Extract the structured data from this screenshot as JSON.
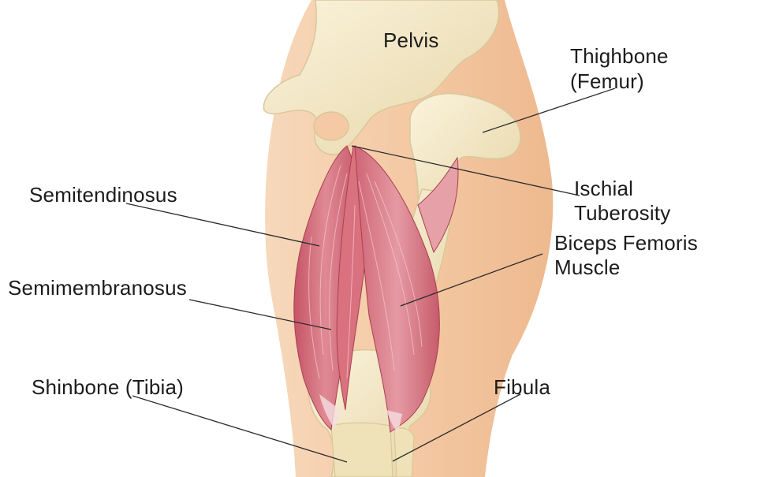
{
  "labels": {
    "pelvis": "Pelvis",
    "thighbone_line1": "Thighbone",
    "thighbone_line2": "(Femur)",
    "ischial_line1": "Ischial",
    "ischial_line2": "Tuberosity",
    "semitendinosus": "Semitendinosus",
    "biceps_line1": "Biceps Femoris",
    "biceps_line2": "Muscle",
    "semimembranosus": "Semimembranosus",
    "shinbone": "Shinbone (Tibia)",
    "fibula": "Fibula"
  },
  "colors": {
    "skin": "#f4c9a4",
    "bone": "#f3e8c6",
    "bone_shadow": "#d9c99b",
    "muscle": "#d9707e",
    "muscle_dark": "#b8475a",
    "tendon": "#f5dde0",
    "leader_line": "#2b2b2b"
  }
}
